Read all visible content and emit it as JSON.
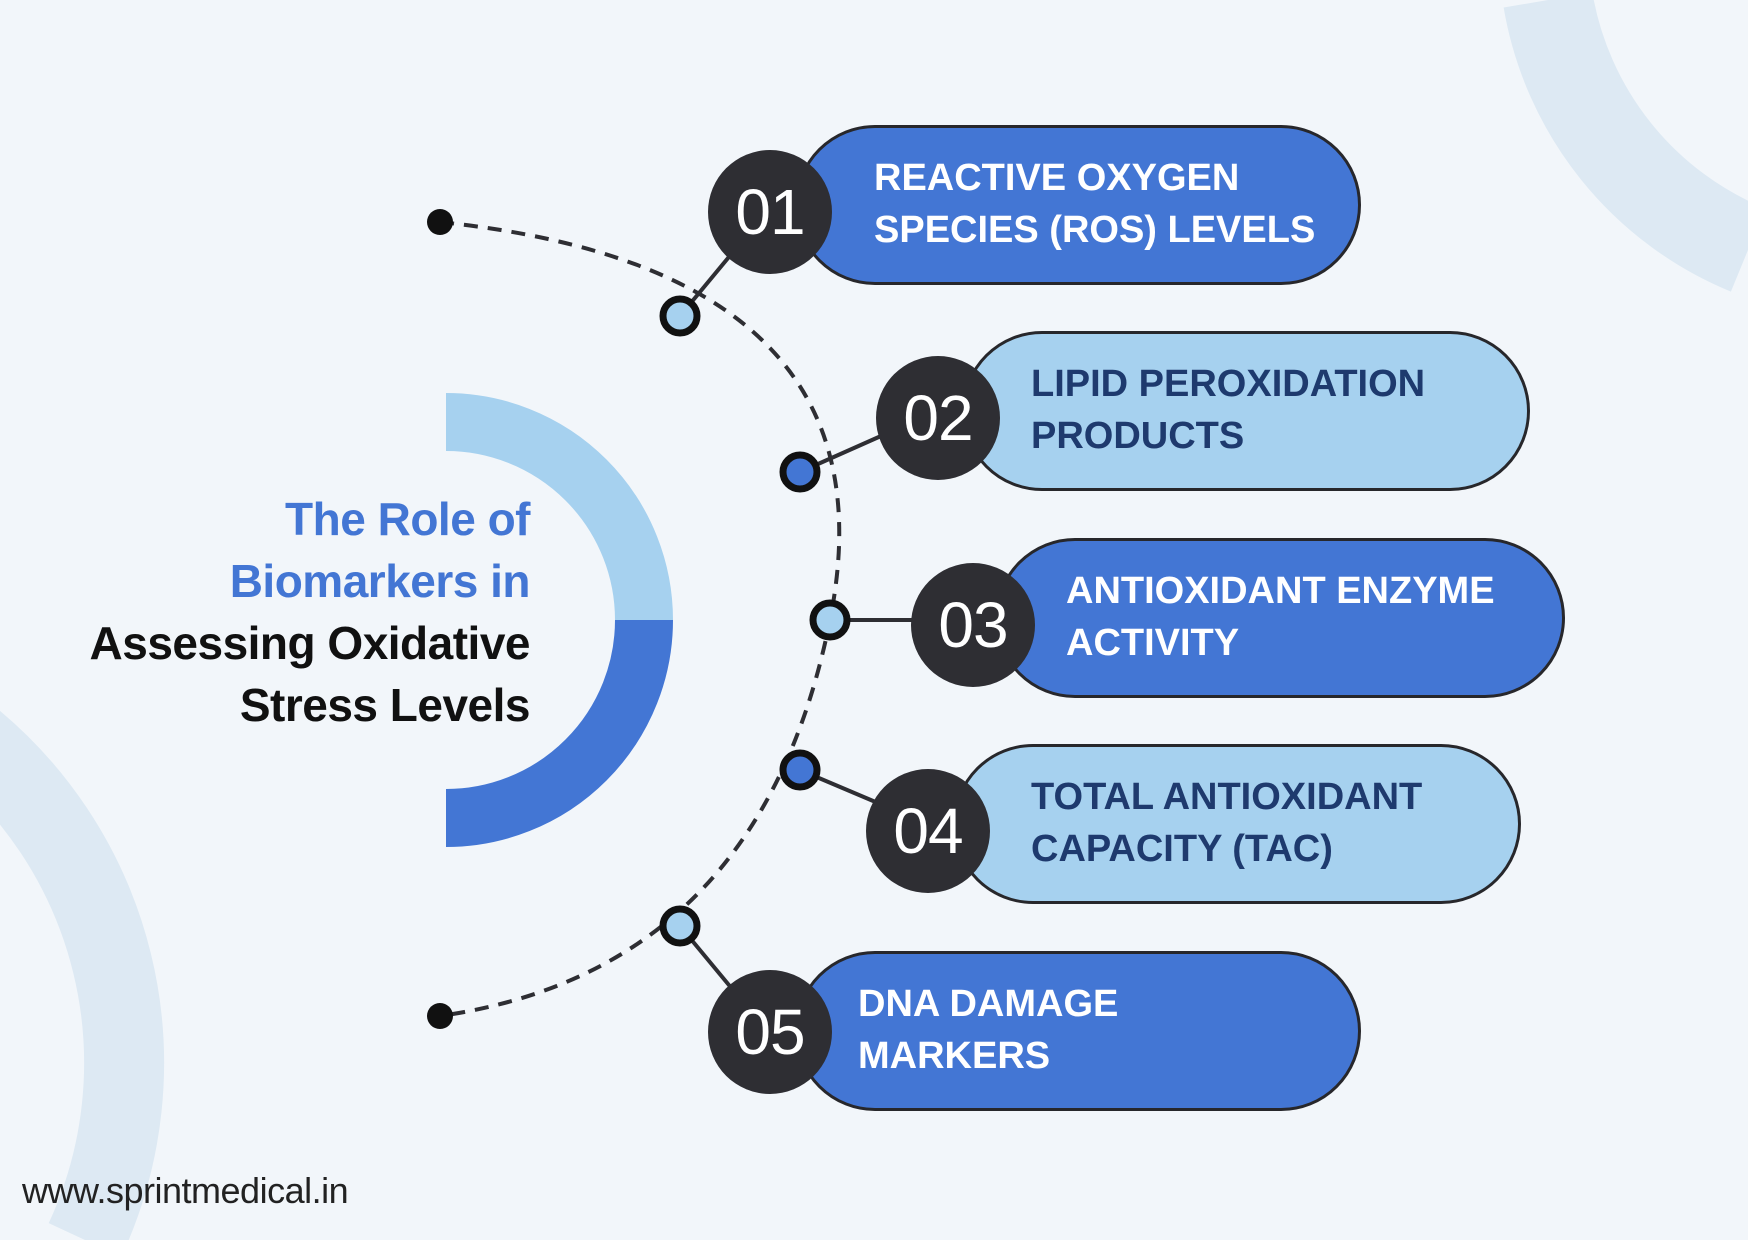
{
  "title": {
    "highlight_lines": [
      "The Role of",
      "Biomarkers in"
    ],
    "dark_lines": [
      "Assessing Oxidative",
      "Stress Levels"
    ]
  },
  "items": [
    {
      "number": "01",
      "lines": [
        "REACTIVE OXYGEN",
        "SPECIES (ROS) LEVELS"
      ],
      "style": "dark"
    },
    {
      "number": "02",
      "lines": [
        "LIPID PEROXIDATION",
        "PRODUCTS"
      ],
      "style": "light"
    },
    {
      "number": "03",
      "lines": [
        "ANTIOXIDANT ENZYME",
        "ACTIVITY"
      ],
      "style": "dark"
    },
    {
      "number": "04",
      "lines": [
        "TOTAL ANTIOXIDANT",
        "CAPACITY (TAC)"
      ],
      "style": "light"
    },
    {
      "number": "05",
      "lines": [
        "DNA DAMAGE",
        "MARKERS"
      ],
      "style": "dark"
    }
  ],
  "footer": {
    "website": "www.sprintmedical.in"
  },
  "colors": {
    "primary_blue": "#4376d4",
    "light_blue": "#a6d1ef",
    "badge_dark": "#2e2e33",
    "background": "#f2f6fa",
    "deco": "#dde9f3"
  }
}
